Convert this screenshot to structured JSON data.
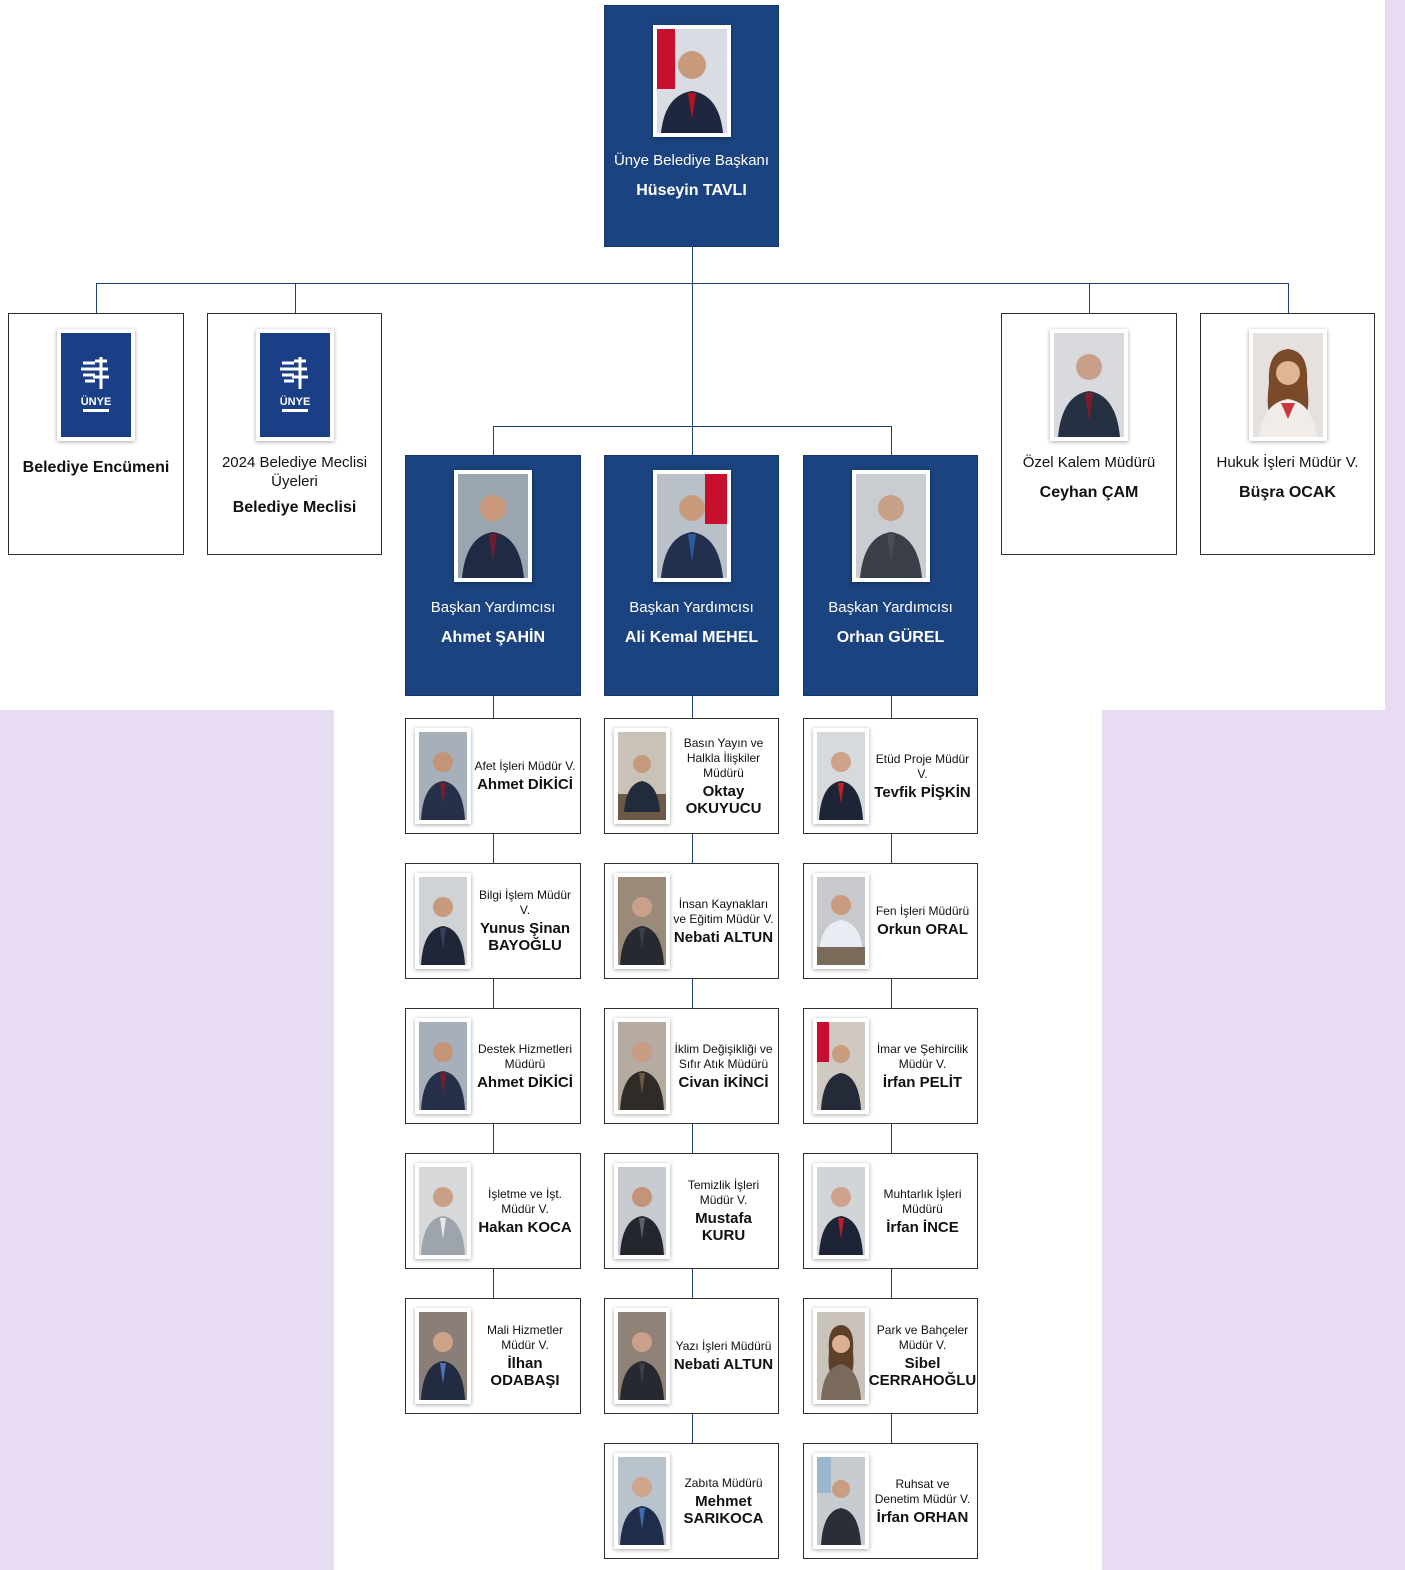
{
  "colors": {
    "dark_box": "#1b437f",
    "connector": "#1d3f77",
    "side_background": "#e7dcf2"
  },
  "mayor": {
    "title": "Ünye Belediye Başkanı",
    "name": "Hüseyin TAVLI",
    "photo": "mayor-portrait"
  },
  "left_units": [
    {
      "name": "Belediye Encümeni",
      "logo": "unye-belediyesi-logo",
      "logo_text": "ÜNYE"
    },
    {
      "title": "2024 Belediye Meclisi Üyeleri",
      "name": "Belediye Meclisi",
      "logo": "unye-belediyesi-logo",
      "logo_text": "ÜNYE"
    }
  ],
  "right_units": [
    {
      "title": "Özel Kalem Müdürü",
      "name": "Ceyhan ÇAM"
    },
    {
      "title": "Hukuk İşleri Müdür V.",
      "name": "Büşra OCAK"
    }
  ],
  "deputies": [
    {
      "title": "Başkan Yardımcısı",
      "name": "Ahmet ŞAHİN",
      "departments": [
        {
          "title": "Afet İşleri Müdür V.",
          "name": "Ahmet DİKİCİ"
        },
        {
          "title": "Bilgi İşlem Müdür V.",
          "name": "Yunus Şinan BAYOĞLU"
        },
        {
          "title": "Destek Hizmetleri Müdürü",
          "name": "Ahmet DİKİCİ"
        },
        {
          "title": "İşletme ve İşt. Müdür V.",
          "name": "Hakan KOCA"
        },
        {
          "title": "Mali Hizmetler Müdür V.",
          "name": "İlhan ODABAŞI"
        }
      ]
    },
    {
      "title": "Başkan Yardımcısı",
      "name": "Ali Kemal MEHEL",
      "departments": [
        {
          "title": "Basın Yayın ve Halkla İlişkiler Müdürü",
          "name": "Oktay OKUYUCU"
        },
        {
          "title": "İnsan Kaynakları ve Eğitim Müdür V.",
          "name": "Nebati ALTUN"
        },
        {
          "title": "İklim Değişikliği ve Sıfır Atık Müdürü",
          "name": "Civan İKİNCİ"
        },
        {
          "title": "Temizlik İşleri Müdür V.",
          "name": "Mustafa KURU"
        },
        {
          "title": "Yazı İşleri Müdürü",
          "name": "Nebati ALTUN"
        },
        {
          "title": "Zabıta Müdürü",
          "name": "Mehmet SARIKOCA"
        }
      ]
    },
    {
      "title": "Başkan Yardımcısı",
      "name": "Orhan GÜREL",
      "departments": [
        {
          "title": "Etüd Proje Müdür V.",
          "name": "Tevfik PİŞKİN"
        },
        {
          "title": "Fen İşleri Müdürü",
          "name": "Orkun ORAL"
        },
        {
          "title": "İmar ve Şehircilik Müdür V.",
          "name": "İrfan PELİT"
        },
        {
          "title": "Muhtarlık İşleri Müdürü",
          "name": "İrfan İNCE"
        },
        {
          "title": "Park ve Bahçeler Müdür V.",
          "name": "Sibel CERRAHOĞLU"
        },
        {
          "title": "Ruhsat ve Denetim Müdür V.",
          "name": "İrfan ORHAN"
        }
      ]
    }
  ]
}
